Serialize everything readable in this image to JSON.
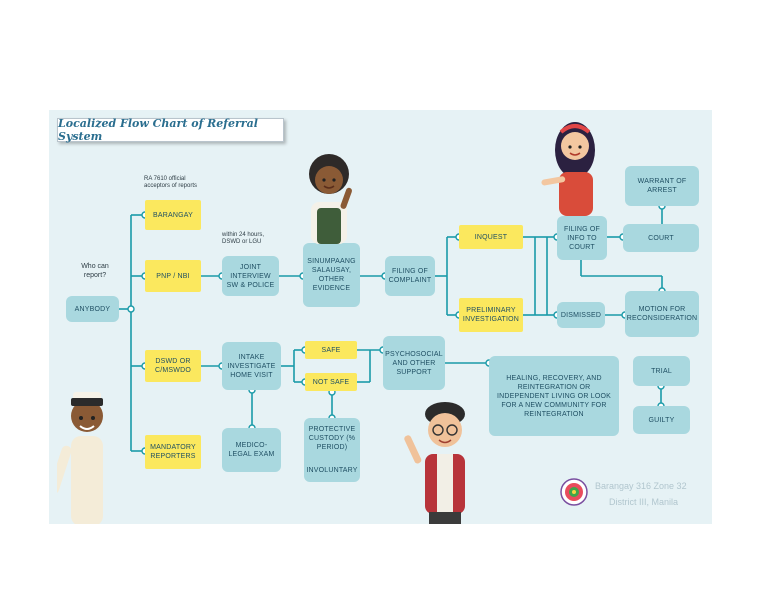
{
  "title": "Localized Flow Chart of Referral System",
  "notes": {
    "who_can_report": "Who can report?",
    "acceptors": "RA 7610 official acceptors of reports",
    "within_24": "within 24 hours, DSWD or LGU"
  },
  "boxes": {
    "anybody": "ANYBODY",
    "barangay": "BARANGAY",
    "pnp_nbi": "PNP / NBI",
    "dswd": "DSWD or C/MSWDO",
    "mandatory": "MANDATORY REPORTERS",
    "joint_interview": "JOINT INTERVIEW SW & POLICE",
    "intake": "INTAKE INVESTIGATE HOME VISIT",
    "medico": "MEDICO-LEGAL EXAM",
    "sinumpaang": "SINUMPAANG SALAUSAY, OTHER EVIDENCE",
    "filing_complaint": "FILING OF COMPLAINT",
    "safe": "SAFE",
    "not_safe": "NOT SAFE",
    "protective": "PROTECTIVE CUSTODY (% PERIOD)",
    "involuntary": "INVOLUNTARY",
    "psychosocial": "PSYCHOSOCIAL AND OTHER SUPPORT",
    "inquest": "INQUEST",
    "preliminary": "PRELIMINARY INVESTIGATION",
    "filing_info": "FILING OF INFO TO COURT",
    "dismissed": "DISMISSED",
    "warrant": "WARRANT OF ARREST",
    "court": "COURT",
    "motion": "MOTION FOR RECONSIDERATION",
    "healing": "HEALING, RECOVERY, AND REINTEGRATION OR INDEPENDENT LIVING OR LOOK FOR A NEW COMMUNITY FOR REINTEGRATION",
    "trial": "TRIAL",
    "guilty": "GUILTY"
  },
  "footer": {
    "line1": "Barangay 316 Zone 32",
    "line2": "District III, Manila"
  },
  "colors": {
    "teal": "#a9d8df",
    "yellow": "#fbe85e",
    "line": "#1a9aa8",
    "background": "#e6f2f5"
  },
  "icons": [
    "boy-with-cap-illustration",
    "girl-waving-illustration",
    "woman-pointing-illustration",
    "boy-with-glasses-illustration",
    "barangay-seal-logo"
  ]
}
